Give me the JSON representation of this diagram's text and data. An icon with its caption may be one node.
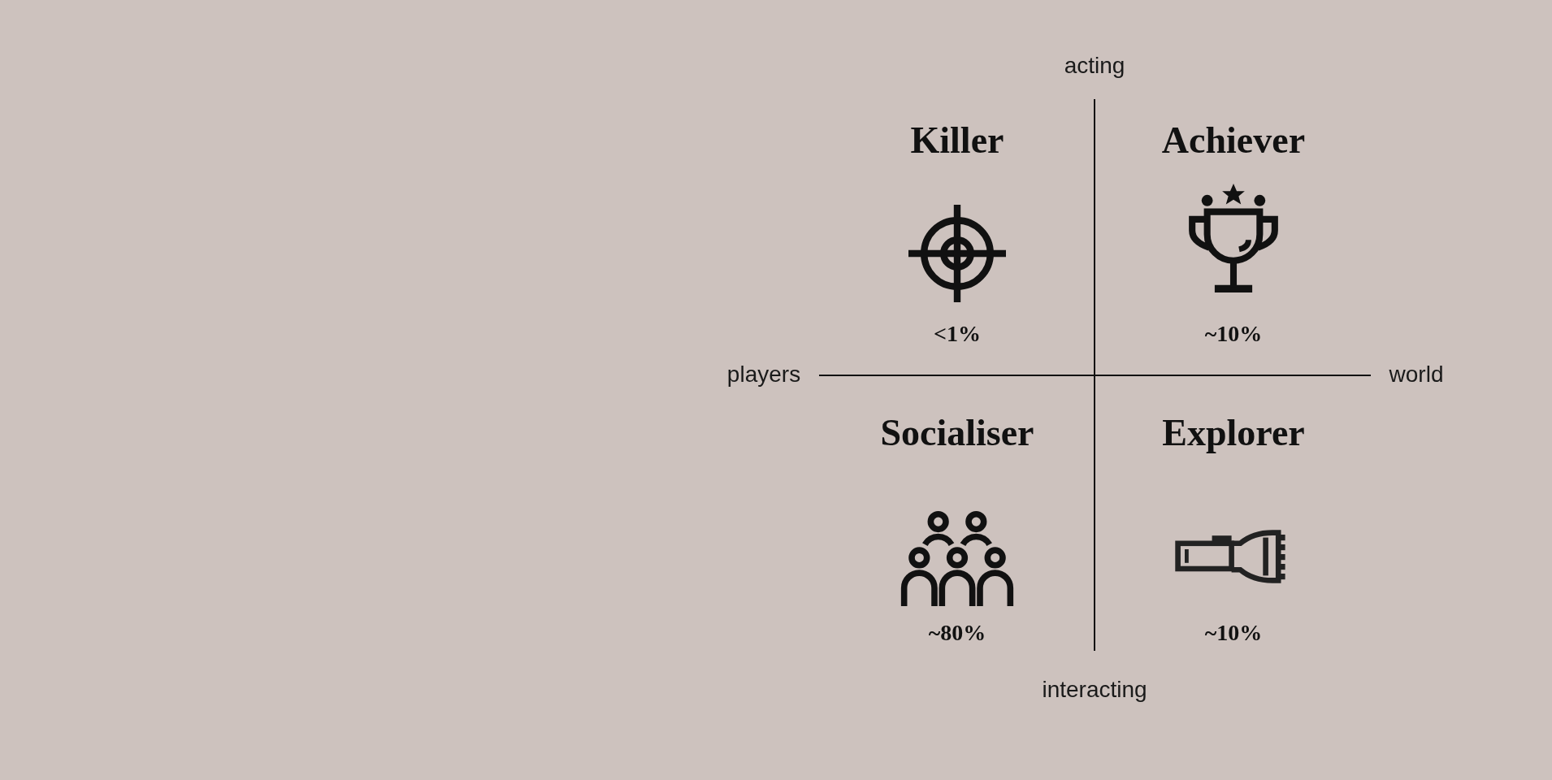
{
  "diagram": {
    "nodes": [
      {
        "text": [
          "Killer",
          "<1%"
        ]
      },
      {
        "text": [
          "Achiever",
          "~10%"
        ]
      },
      {
        "text": [
          "Socialiser",
          "~80%"
        ]
      },
      {
        "text": [
          "Explorer",
          "~10%"
        ]
      }
    ],
    "labels": [
      "acting",
      "players",
      "world",
      "interacting"
    ]
  }
}
